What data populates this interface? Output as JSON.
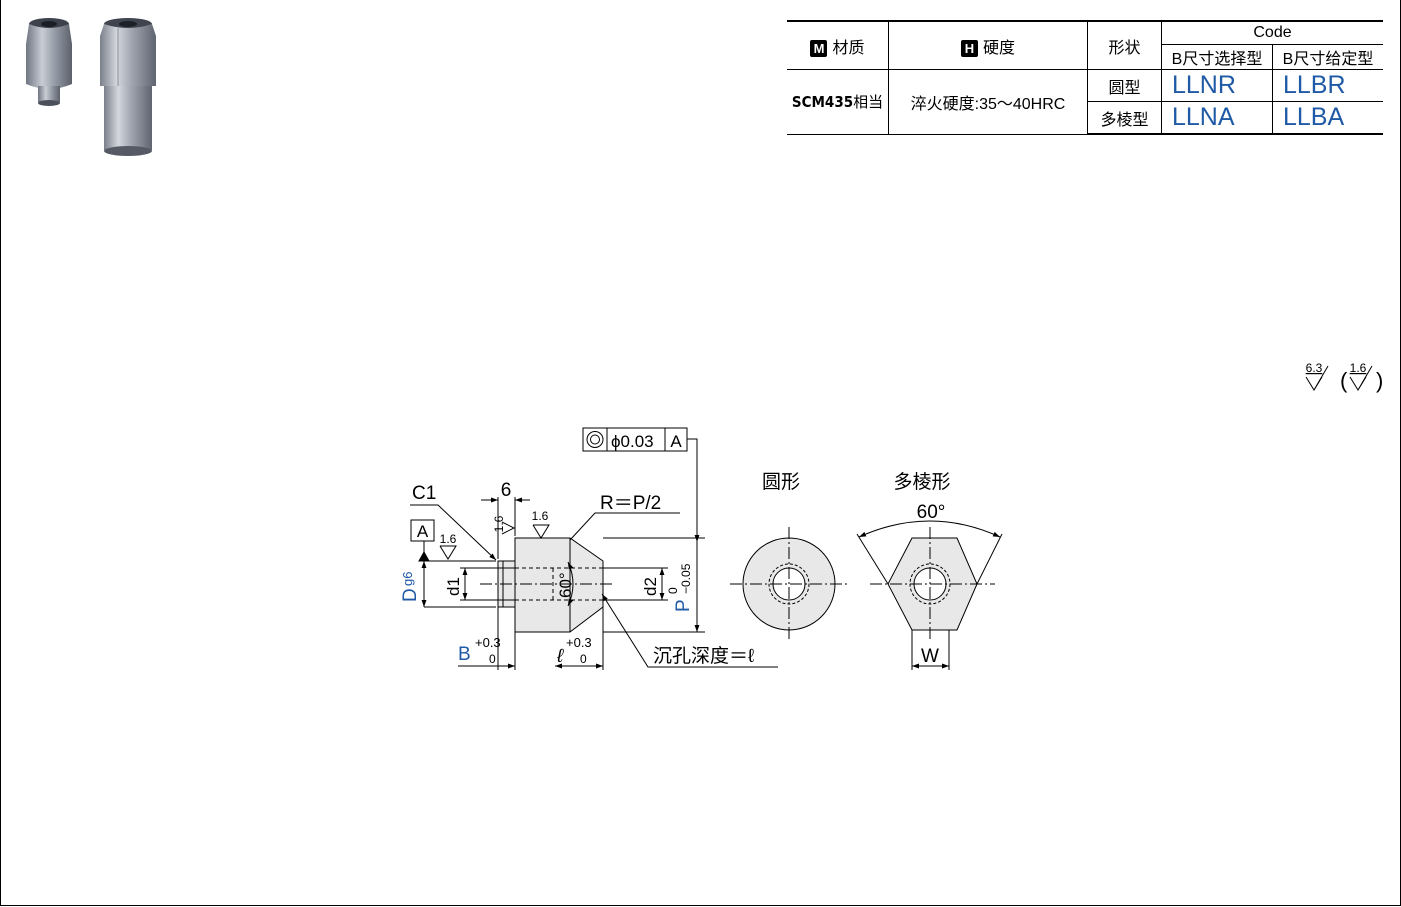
{
  "table": {
    "header": {
      "material_badge": "M",
      "material_label": "材质",
      "hardness_badge": "H",
      "hardness_label": "硬度",
      "shape_label": "形状",
      "code_label": "Code",
      "code_b_select": "B尺寸选择型",
      "code_b_given": "B尺寸给定型"
    },
    "material": "SCM435",
    "material_suffix": "相当",
    "hardness": "淬火硬度:35～40HRC",
    "rows": [
      {
        "shape": "圆型",
        "code_select": "LLNR",
        "code_given": "LLBR"
      },
      {
        "shape": "多棱型",
        "code_select": "LLNA",
        "code_given": "LLBA"
      }
    ]
  },
  "surface_finish": {
    "general": "6.3",
    "paren": "1.6"
  },
  "drawing": {
    "tolerance_frame": {
      "symbol": "◎",
      "value": "ϕ0.03",
      "datum": "A"
    },
    "datum_box": "A",
    "c1": "C1",
    "dim_6": "6",
    "r_label": "R＝P/2",
    "finish_1": "1.6",
    "finish_2": "1.6",
    "finish_3": "1.6",
    "d_label": "D",
    "d_sub": "g6",
    "d1_label": "d1",
    "d2_label": "d2",
    "angle_60": "60°",
    "p_label": "P",
    "p_tol_upper": "0",
    "p_tol_lower": "−0.05",
    "b_label": "B",
    "b_tol_upper": "+0.3",
    "b_tol_lower": "0",
    "l_label": "ℓ",
    "l_tol_upper": "+0.3",
    "l_tol_lower": "0",
    "counterbore": "沉孔深度＝ℓ",
    "round_view_title": "圆形",
    "poly_view_title": "多棱形",
    "poly_angle": "60°",
    "w_label": "W"
  },
  "colors": {
    "accent_blue": "#1f5aa6"
  }
}
